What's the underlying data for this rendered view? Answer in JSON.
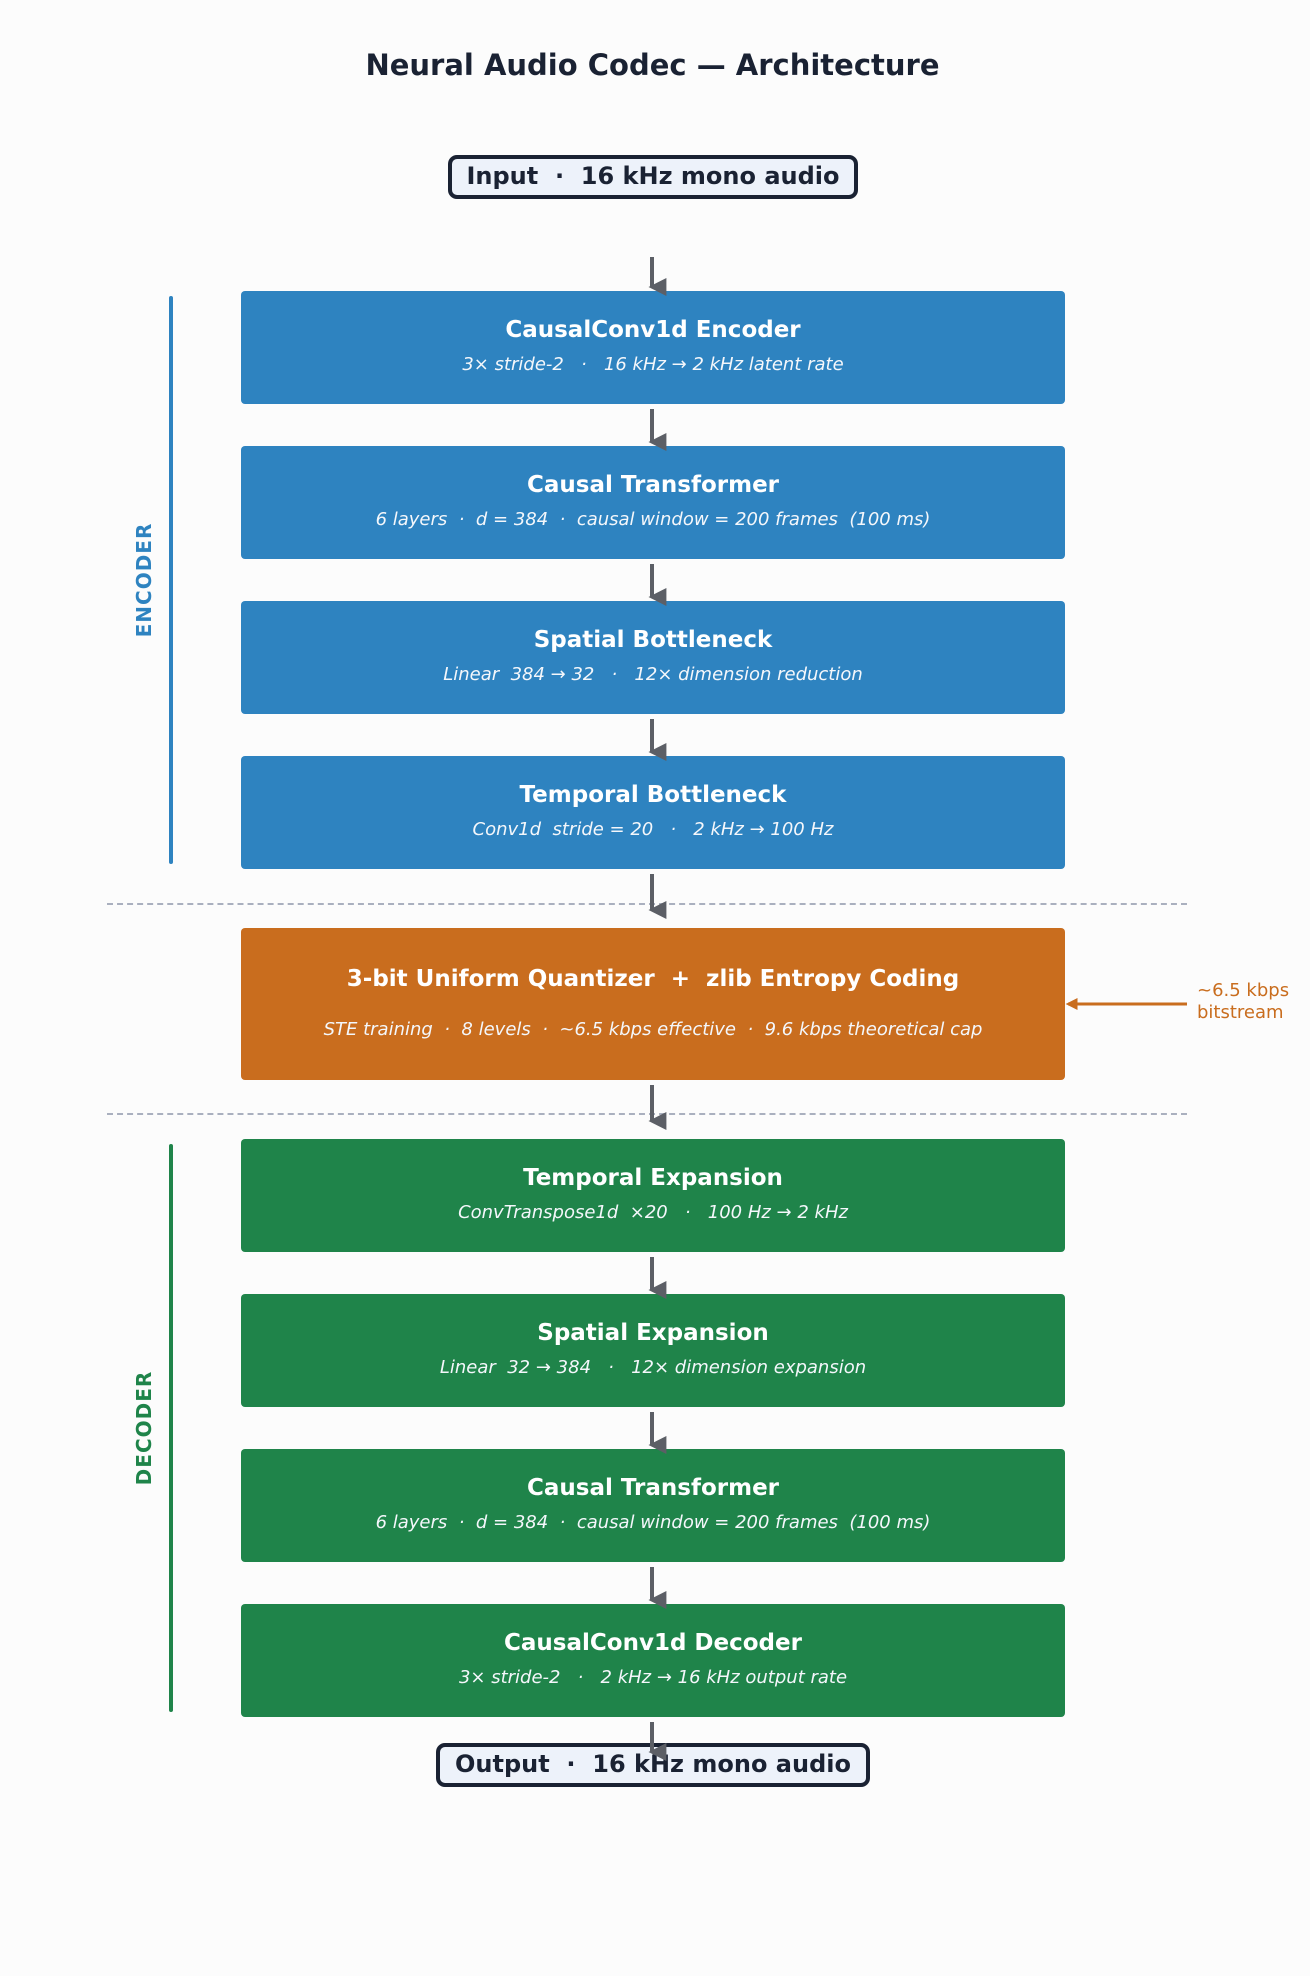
{
  "title": "Neural Audio Codec — Architecture",
  "input_label": "Input  ·  16 kHz mono audio",
  "output_label": "Output  ·  16 kHz mono audio",
  "encoder": {
    "label": "ENCODER",
    "color": "#2e83c0",
    "blocks": [
      {
        "title": "CausalConv1d Encoder",
        "subtitle": "3× stride-2   ·   16 kHz → 2 kHz latent rate"
      },
      {
        "title": "Causal Transformer",
        "subtitle": "6 layers  ·  d = 384  ·  causal window = 200 frames  (100 ms)"
      },
      {
        "title": "Spatial Bottleneck",
        "subtitle": "Linear  384 → 32   ·   12× dimension reduction"
      },
      {
        "title": "Temporal Bottleneck",
        "subtitle": "Conv1d  stride = 20   ·   2 kHz → 100 Hz"
      }
    ]
  },
  "quantizer": {
    "title": "3-bit Uniform Quantizer  +  zlib Entropy Coding",
    "subtitle": "STE training  ·  8 levels  ·  ~6.5 kbps effective  ·  9.6 kbps theoretical cap",
    "color": "#c96d1e",
    "annotation_line1": "~6.5 kbps",
    "annotation_line2": "bitstream"
  },
  "decoder": {
    "label": "DECODER",
    "color": "#1f844a",
    "blocks": [
      {
        "title": "Temporal Expansion",
        "subtitle": "ConvTranspose1d  ×20   ·   100 Hz → 2 kHz"
      },
      {
        "title": "Spatial Expansion",
        "subtitle": "Linear  32 → 384   ·   12× dimension expansion"
      },
      {
        "title": "Causal Transformer",
        "subtitle": "6 layers  ·  d = 384  ·  causal window = 200 frames  (100 ms)"
      },
      {
        "title": "CausalConv1d Decoder",
        "subtitle": "3× stride-2   ·   2 kHz → 16 kHz output rate"
      }
    ]
  }
}
